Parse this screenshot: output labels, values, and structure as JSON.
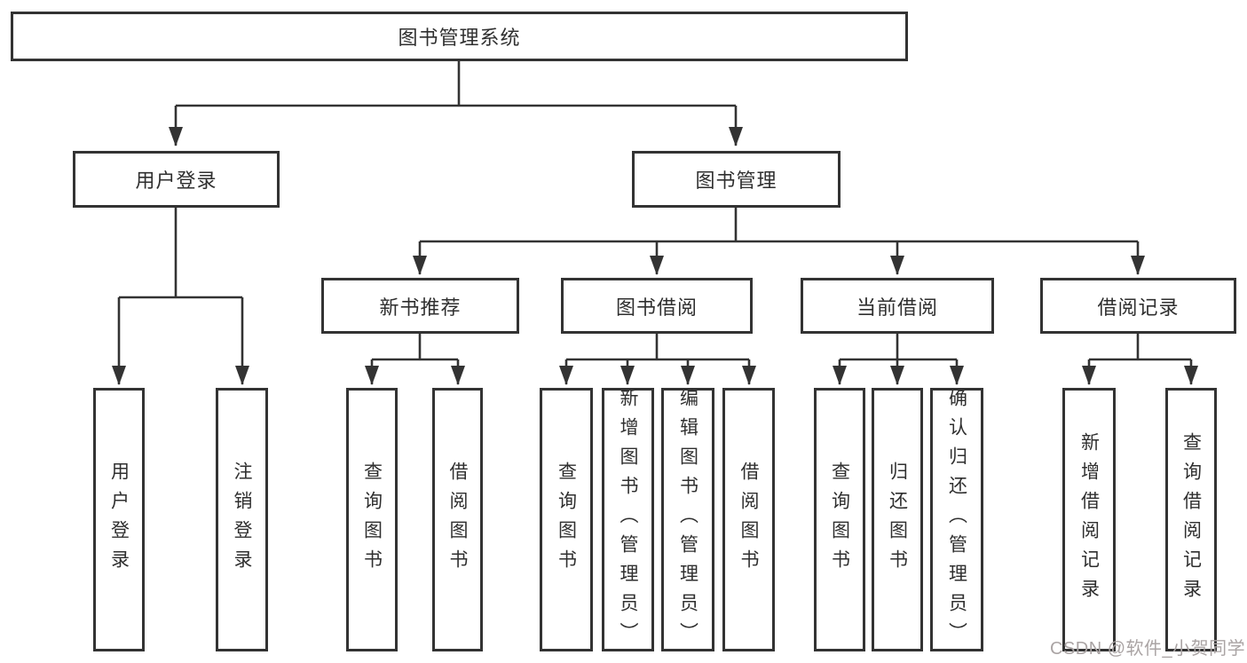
{
  "diagram_title": "图书管理系统",
  "nodes": {
    "root": {
      "label": "图书管理系统"
    },
    "login": {
      "label": "用户登录",
      "children": [
        {
          "label": "用户登录"
        },
        {
          "label": "注销登录"
        }
      ]
    },
    "management": {
      "label": "图书管理"
    },
    "new_books": {
      "label": "新书推荐",
      "children": [
        {
          "label": "查询图书"
        },
        {
          "label": "借阅图书"
        }
      ]
    },
    "book_borrow": {
      "label": "图书借阅",
      "children": [
        {
          "label": "查询图书"
        },
        {
          "label": "新增图书（管理员）"
        },
        {
          "label": "编辑图书（管理员）"
        },
        {
          "label": "借阅图书"
        }
      ]
    },
    "current_borrow": {
      "label": "当前借阅",
      "children": [
        {
          "label": "查询图书"
        },
        {
          "label": "归还图书"
        },
        {
          "label": "确认归还（管理员）"
        }
      ]
    },
    "borrow_records": {
      "label": "借阅记录",
      "children": [
        {
          "label": "新增借阅记录"
        },
        {
          "label": "查询借阅记录"
        }
      ]
    }
  },
  "watermark": {
    "text": "CSDN @软件_小贺同学"
  },
  "colors": {
    "line": "#333333",
    "box_border": "#333333",
    "text": "#2f2f2f",
    "background": "#ffffff",
    "watermark": "#aaa4a4"
  }
}
